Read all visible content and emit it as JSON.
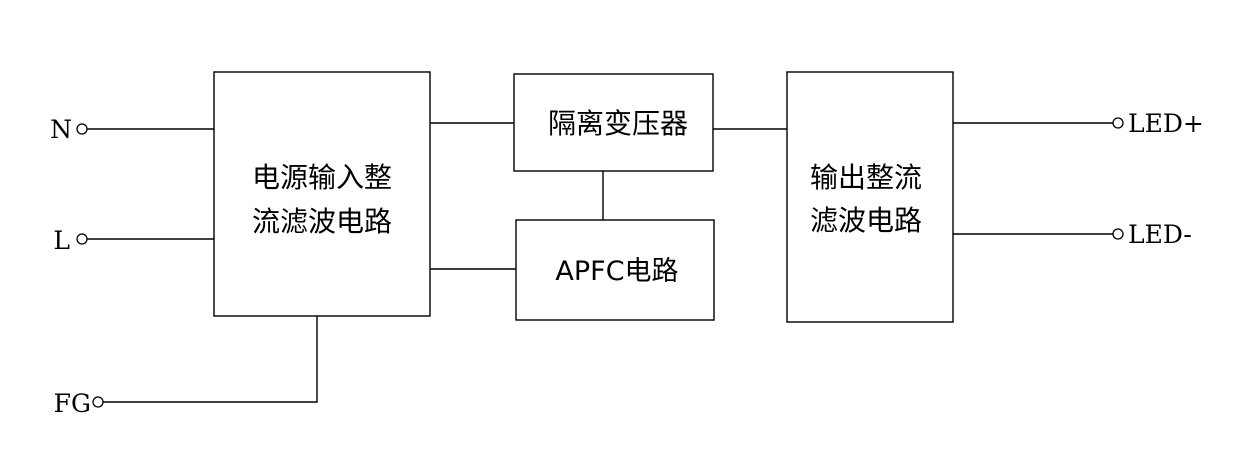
{
  "blocks": {
    "input_filter": {
      "line1": "电源输入整",
      "line2": "流滤波电路"
    },
    "isolation_transformer": {
      "label": "隔离变压器"
    },
    "apfc": {
      "label": "APFC电路"
    },
    "output_filter": {
      "line1": "输出整流",
      "line2": "滤波电路"
    }
  },
  "terminals": {
    "n": "N",
    "l": "L",
    "fg": "FG",
    "led_plus": "LED+",
    "led_minus": "LED-"
  }
}
